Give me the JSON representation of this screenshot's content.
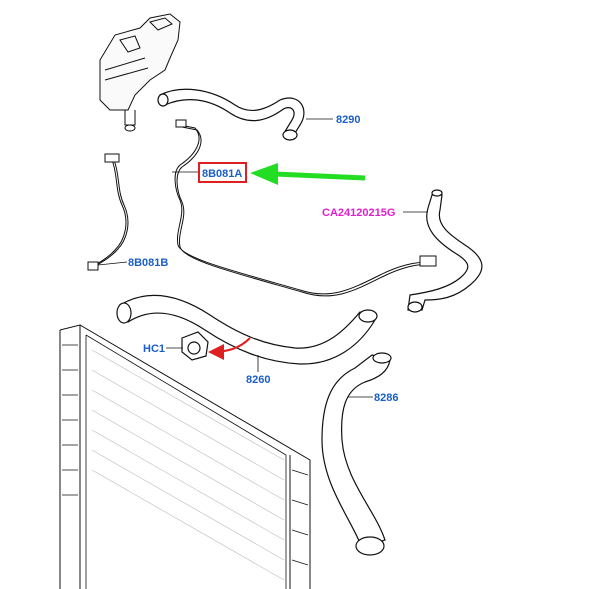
{
  "labels": {
    "hose_top": "8290",
    "wire_highlight": "8B081A",
    "hose_right": "CA24120215G",
    "wire_left": "8B081B",
    "clip": "HC1",
    "hose_mid": "8260",
    "hose_lower": "8286"
  },
  "colors": {
    "label_blue": "#1a5fc8",
    "label_magenta": "#e020d0",
    "highlight_box": "#e02020",
    "green_arrow": "#22dd22",
    "red_arrow": "#e02020",
    "line": "#111111"
  }
}
